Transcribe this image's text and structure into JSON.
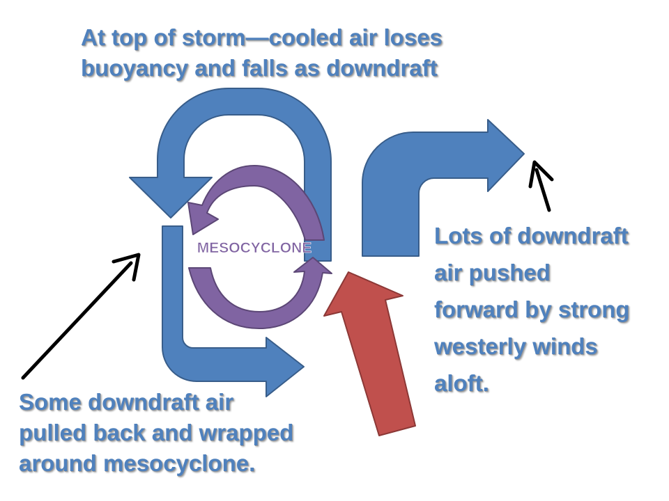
{
  "captions": {
    "top": [
      "At top of storm—cooled air loses",
      "buoyancy and falls as downdraft"
    ],
    "left": [
      "Some downdraft air",
      "pulled back and wrapped",
      "around mesocyclone."
    ],
    "right": [
      "Lots of downdraft",
      "air pushed",
      "forward by strong",
      "westerly winds",
      "aloft."
    ]
  },
  "center_label": "MESOCYCLONE",
  "colors": {
    "downdraft_arrow": "#4f81bd",
    "downdraft_outline": "#385d8a",
    "mesocyclone_arrow": "#8064a2",
    "mesocyclone_outline": "#5c4776",
    "updraft_arrow": "#c0504d",
    "updraft_outline": "#8c3836",
    "pointer": "#000000"
  }
}
